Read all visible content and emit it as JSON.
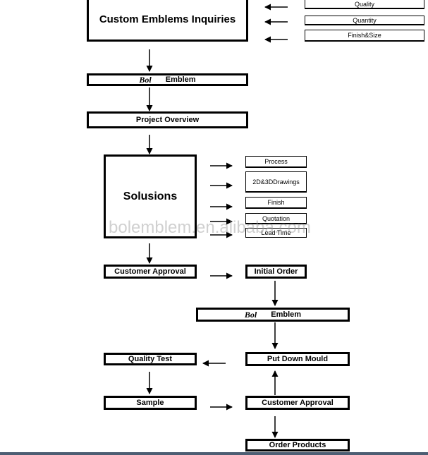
{
  "inquiries": {
    "title": "Custom Emblems Inquiries",
    "inputs": [
      "Quality",
      "Quantity",
      "Finish&Size"
    ]
  },
  "brand": {
    "logo": "Bol",
    "label": "Emblem"
  },
  "steps": {
    "project_overview": "Project Overview",
    "solutions": "Solusions",
    "solution_items": [
      "Process",
      "2D&3DDrawings",
      "Finish",
      "Quotation",
      "Lead Time"
    ],
    "customer_approval_1": "Customer Approval",
    "initial_order": "Initial Order",
    "put_down_mould": "Put Down Mould",
    "quality_test": "Quality Test",
    "sample": "Sample",
    "customer_approval_2": "Customer Approval",
    "order_products": "Order Products"
  },
  "watermark": "bolemblem.en.alibaba.com",
  "colors": {
    "line": "#000000",
    "bottom_bar": "#4d5e73"
  }
}
